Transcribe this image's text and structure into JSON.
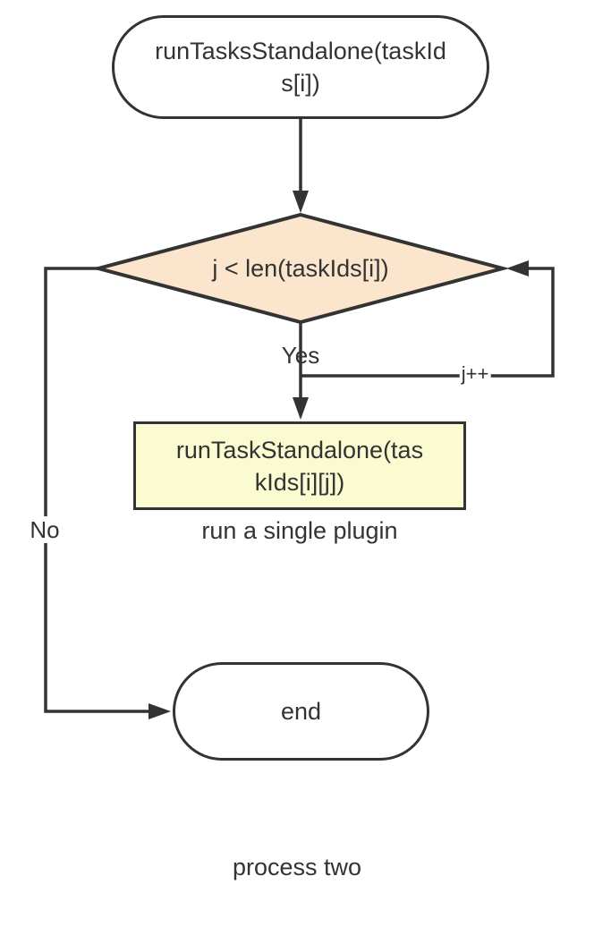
{
  "diagram": {
    "type": "flowchart",
    "title": "process two",
    "colors": {
      "stroke": "#333333",
      "text": "#333333",
      "canvas_bg": "#ffffff",
      "decision_fill": "#fbe5cd",
      "process_fill": "#fbfbd1",
      "terminator_fill": "#ffffff"
    },
    "nodes": {
      "start": {
        "shape": "terminator",
        "lines": [
          "runTasksStandalone(taskId",
          "s[i])"
        ]
      },
      "decision": {
        "shape": "diamond",
        "label": "j < len(taskIds[i])"
      },
      "process": {
        "shape": "rectangle",
        "lines": [
          "runTaskStandalone(tas",
          "kIds[i][j])"
        ],
        "caption": "run a single plugin"
      },
      "end": {
        "shape": "terminator",
        "label": "end"
      }
    },
    "edges": {
      "yes_label": "Yes",
      "no_label": "No",
      "loop_label": "j++"
    }
  }
}
